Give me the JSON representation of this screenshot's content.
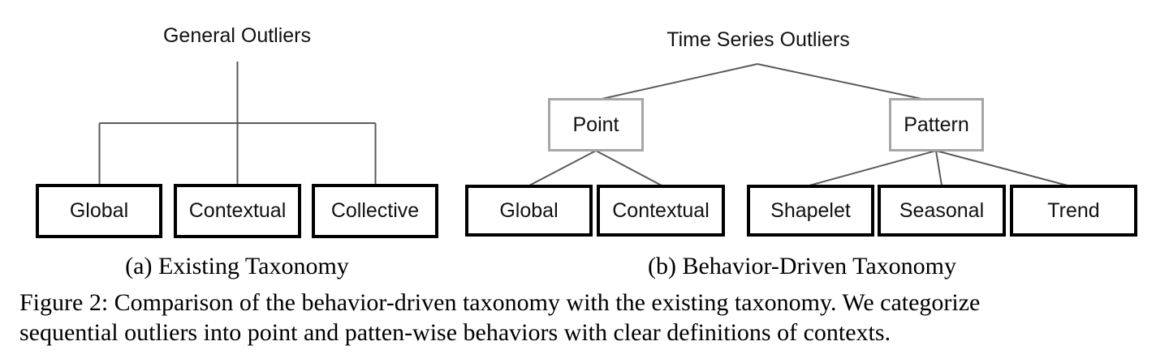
{
  "figure": {
    "panel_a": {
      "title": "General Outliers",
      "caption": "(a) Existing Taxonomy",
      "children": [
        "Global",
        "Contextual",
        "Collective"
      ]
    },
    "panel_b": {
      "title": "Time Series Outliers",
      "caption": "(b) Behavior-Driven Taxonomy",
      "point": {
        "label": "Point",
        "children": [
          "Global",
          "Contextual"
        ]
      },
      "pattern": {
        "label": "Pattern",
        "children": [
          "Shapelet",
          "Seasonal",
          "Trend"
        ]
      }
    },
    "caption": {
      "line1": "Figure 2: Comparison of the behavior-driven taxonomy with the existing taxonomy. We categorize",
      "line2": "sequential outliers into point and patten-wise behaviors with clear definitions of contexts."
    },
    "colors": {
      "connector_line": "#5a5a5a",
      "leaf_border": "#000000",
      "group_border": "#a6a6a6",
      "background": "#ffffff"
    }
  }
}
